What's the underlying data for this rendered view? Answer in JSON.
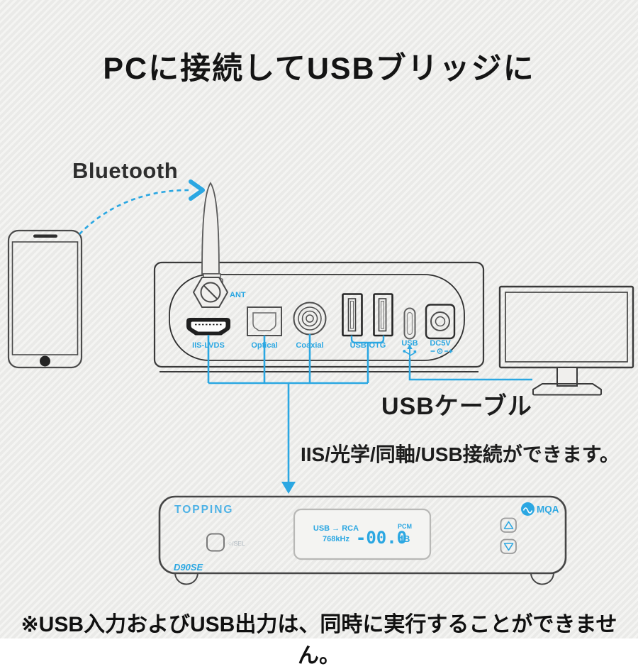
{
  "title": "PCに接続してUSBブリッジに",
  "labels": {
    "bluetooth": "Bluetooth",
    "usb_cable": "USBケーブル",
    "connections": "IIS/光学/同軸/USB接続ができます。",
    "footnote": "※USB入力およびUSB出力は、同時に実行することができません。"
  },
  "rear_panel": {
    "ant": "ANT",
    "iis": "IIS-LVDS",
    "optical": "Optical",
    "coaxial": "Coaxial",
    "usb_otg": "USB-OTG",
    "usb": "USB",
    "dc5v": "DC5V"
  },
  "front_panel": {
    "brand": "TOPPING",
    "model": "D90SE",
    "sel": "○/SEL",
    "mqa": "MQA",
    "display": {
      "route": "USB → RCA",
      "rate": "768kHz",
      "level": "-00.0",
      "format": "PCM",
      "unit": "dB"
    }
  },
  "colors": {
    "accent": "#2ba7e2",
    "ink": "#141414",
    "outline": "#3a3a3a"
  }
}
